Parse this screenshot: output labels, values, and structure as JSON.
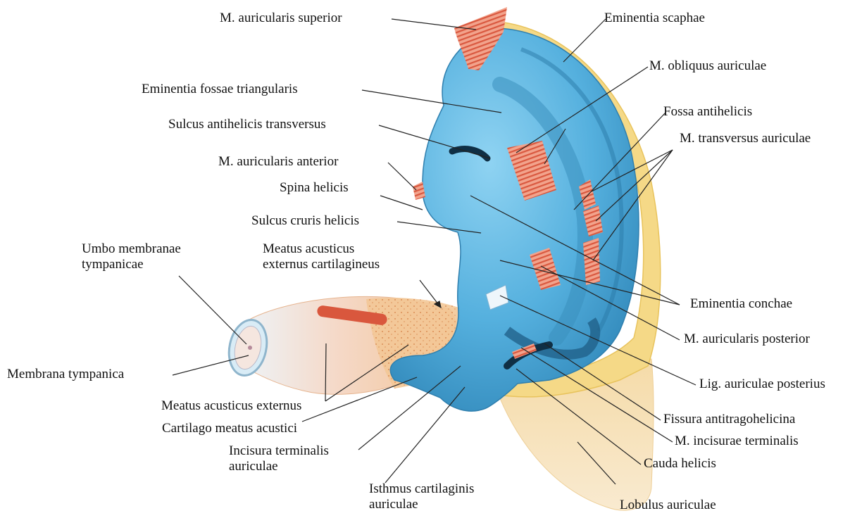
{
  "colors": {
    "cartilage": "#5bb6e0",
    "cartilage_dark": "#3a8fbd",
    "muscle": "#e9806a",
    "fat": "#f3d98a",
    "skin": "#f6dfb6",
    "canal": "#f2c9a0",
    "leader": "#222222",
    "text": "#111111"
  },
  "labels": {
    "m_auricularis_superior": "M. auricularis superior",
    "eminentia_scaphae": "Eminentia scaphae",
    "m_obliquus_auriculae": "M. obliquus auriculae",
    "eminentia_fossae_triangularis": "Eminentia fossae triangularis",
    "fossa_antihelicis": "Fossa antihelicis",
    "sulcus_antihelicis_transversus": "Sulcus antihelicis transversus",
    "m_transversus_auriculae": "M. transversus auriculae",
    "m_auricularis_anterior": "M. auricularis anterior",
    "spina_helicis": "Spina helicis",
    "sulcus_cruris_helicis": "Sulcus cruris helicis",
    "umbo_line1": "Umbo membranae",
    "umbo_line2": "tympanicae",
    "meatus_cart_line1": "Meatus acusticus",
    "meatus_cart_line2": "externus cartilagineus",
    "eminentia_conchae": "Eminentia conchae",
    "m_auricularis_posterior": "M. auricularis posterior",
    "membrana_tympanica": "Membrana tympanica",
    "lig_auriculae_posterius": "Lig. auriculae posterius",
    "meatus_acusticus_externus": "Meatus acusticus externus",
    "fissura_antitragohelicina": "Fissura antitragohelicina",
    "cartilago_meatus_acustici": "Cartilago meatus acustici",
    "m_incisurae_terminalis": "M. incisurae terminalis",
    "incisura_line1": "Incisura terminalis",
    "incisura_line2": "auriculae",
    "cauda_helicis": "Cauda helicis",
    "isthmus_line1": "Isthmus cartilaginis",
    "isthmus_line2": "auriculae",
    "lobulus_auriculae": "Lobulus auriculae"
  }
}
